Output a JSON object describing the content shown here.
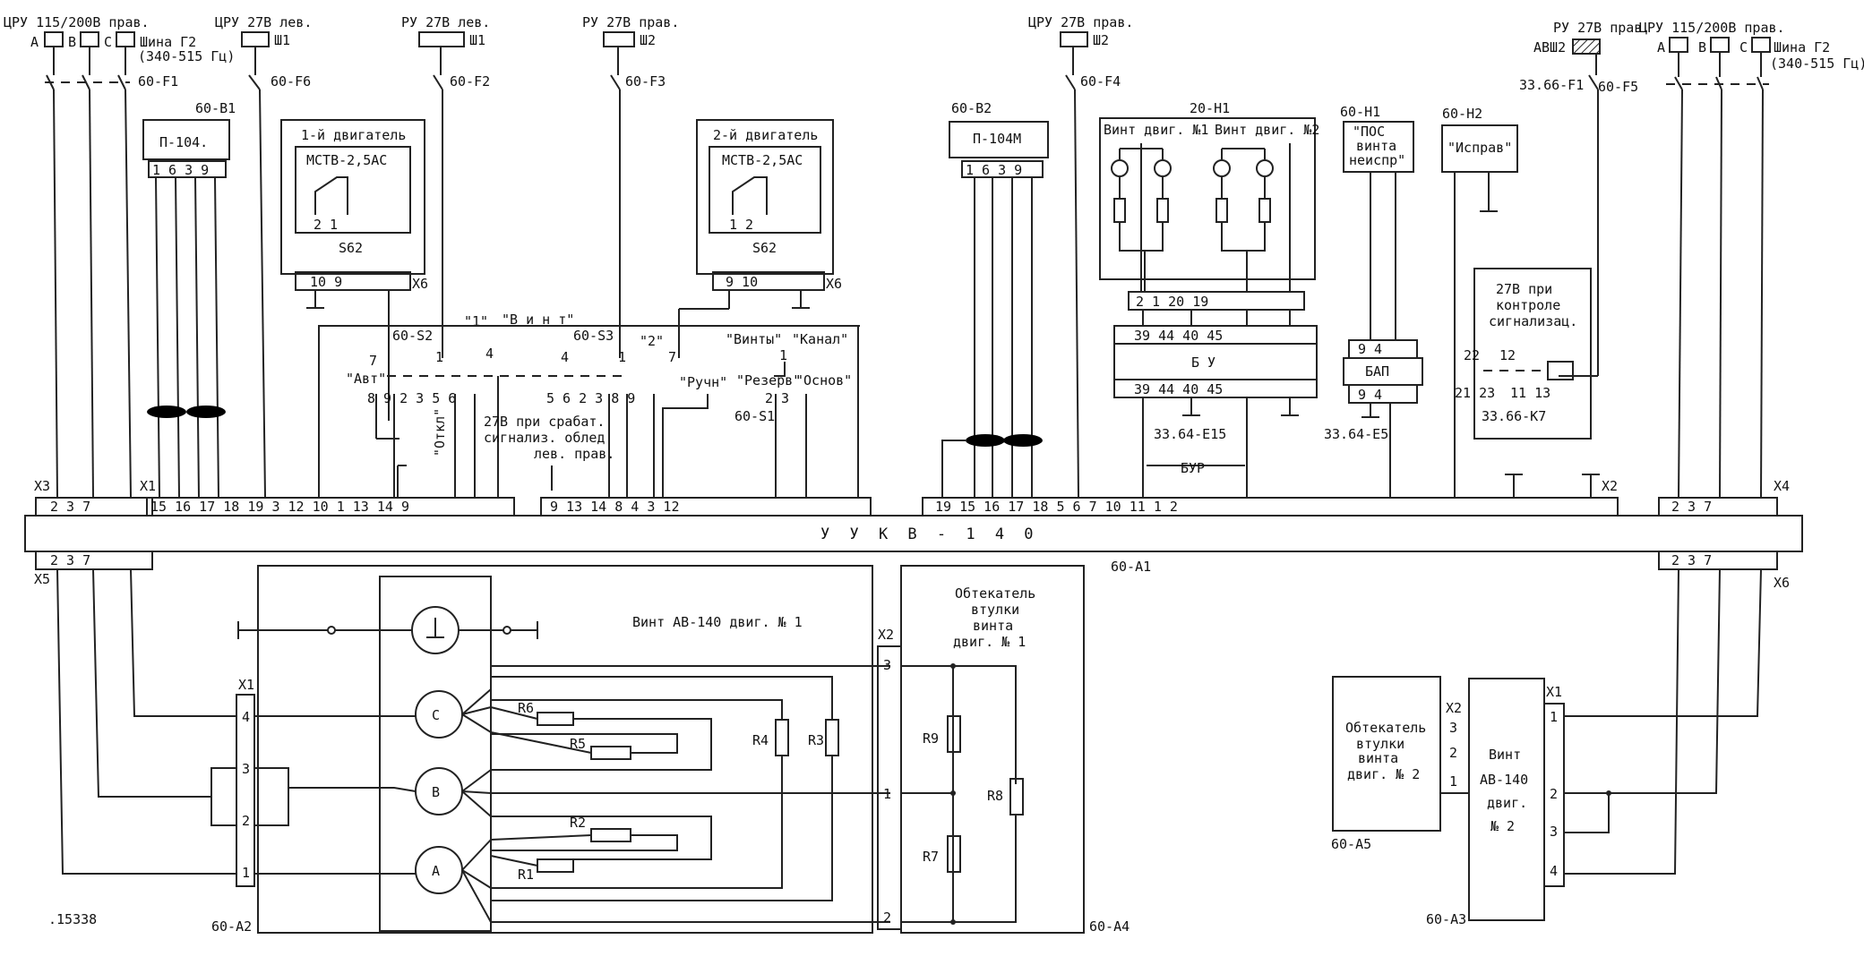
{
  "top": {
    "cru115_l": "ЦРУ 115/200В прав.",
    "phaseA": "А",
    "phaseB": "В",
    "phaseC": "С",
    "bus_g2": "Шина Г2",
    "freq": "(340-515 Гц)",
    "cru27_left": "ЦРУ 27В лев.",
    "sh1": "Ш1",
    "ru27_left": "РУ 27В лев.",
    "ru27_right": "РУ 27В прав.",
    "sh2": "Ш2",
    "cru27_right": "ЦРУ 27В прав.",
    "ru27_right2": "РУ 27В прав.",
    "avsh2": "АВШ2",
    "cru115_r": "ЦРУ 115/200В прав."
  },
  "fuses": {
    "f1": "60-F1",
    "f6": "60-F6",
    "f2": "60-F2",
    "f3": "60-F3",
    "f4": "60-F4",
    "f5": "60-F5",
    "f1b": "33.66-F1"
  },
  "blocks": {
    "b1": "60-В1",
    "p104": "П-104.",
    "b2": "60-В2",
    "p104m": "П-104М",
    "eng1": "1-й двигатель",
    "eng2": "2-й двигатель",
    "mstv": "МСТВ-2,5АС",
    "s62": "S62",
    "h1": "20-Н1",
    "vint1": "Винт двиг. №1",
    "vint2": "Винт двиг. №2",
    "h1b": "60-Н1",
    "pos1": "\"ПОС",
    "pos2": "винта",
    "pos3": "неиспр\"",
    "h2": "60-Н2",
    "ispr": "\"Исправ\"",
    "bu": "Б У",
    "bap": "БАП",
    "e15": "33.64-Е15",
    "e5": "33.64-Е5",
    "bur": "БУР",
    "k7": "33.66-К7",
    "ctrl1": "27В при",
    "ctrl2": "контроле",
    "ctrl3": "сигнализац.",
    "ukv": "У У К В - 1 4 0",
    "a1": "60-А1",
    "a2": "60-А2",
    "a3": "60-А3",
    "a4": "60-А4",
    "a5": "60-А5",
    "x1": "X1",
    "x2": "X2",
    "x3": "X3",
    "x4": "X4",
    "x5": "X5",
    "x6": "X6",
    "vintAV1": "Винт АВ-140  двиг. № 1",
    "obt1a": "Обтекатель",
    "obt1b": "втулки",
    "obt1c": "винта",
    "obt1d": "двиг.  № 1",
    "obt2d": "двиг. № 2",
    "vint2a": "Винт",
    "vint2b": "АВ-140",
    "vint2c": "двиг.",
    "vint2d": "№ 2",
    "doc": ".15338"
  },
  "switches": {
    "s2": "60-S2",
    "s3": "60-S3",
    "s1": "60-S1",
    "avt": "\"Авт\"",
    "otkl": "\"Откл\"",
    "one": "\"1\"",
    "two": "\"2\"",
    "vint": "\"В и н т\"",
    "ruchn": "\"Ручн\"",
    "vinty": "\"Винты\"",
    "kanal": "\"Канал\"",
    "rezerv": "\"Резерв\"",
    "osnov": "\"Основ\"",
    "ob1": "27В при срабат.",
    "ob2": "сигнализ. облед.",
    "ob3": "лев.  прав."
  },
  "resistors": {
    "r1": "R1",
    "r2": "R2",
    "r3": "R3",
    "r4": "R4",
    "r5": "R5",
    "r6": "R6",
    "r7": "R7",
    "r8": "R8",
    "r9": "R9"
  },
  "phases": {
    "a": "А",
    "b": "В",
    "c": "С"
  },
  "pins": {
    "x3": [
      "2",
      "3",
      "7"
    ],
    "x1mid": [
      "15",
      "16",
      "17",
      "18",
      "19",
      "3",
      "12",
      "10",
      "1",
      "13",
      "14",
      "9",
      "9",
      "13",
      "14",
      "8",
      "4",
      "3",
      "12",
      "19",
      "15",
      "16",
      "17",
      "18",
      "5",
      "6",
      "7",
      "10",
      "11",
      "1",
      "2"
    ],
    "x4": [
      "2",
      "3",
      "7"
    ],
    "x5": [
      "2",
      "3",
      "7"
    ],
    "x6": [
      "2",
      "3",
      "7"
    ]
  }
}
